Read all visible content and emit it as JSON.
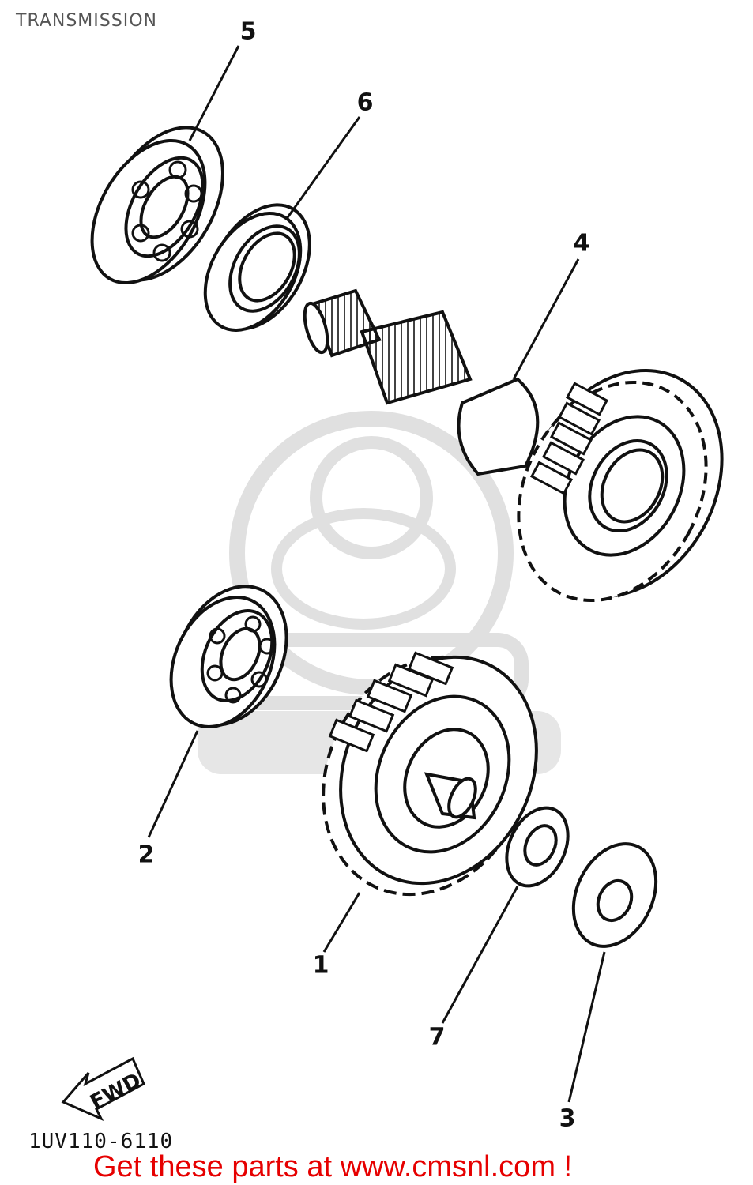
{
  "title": "TRANSMISSION",
  "callouts": [
    {
      "id": "1",
      "label": "1"
    },
    {
      "id": "2",
      "label": "2"
    },
    {
      "id": "3",
      "label": "3"
    },
    {
      "id": "4",
      "label": "4"
    },
    {
      "id": "5",
      "label": "5"
    },
    {
      "id": "6",
      "label": "6"
    },
    {
      "id": "7",
      "label": "7"
    }
  ],
  "direction_label": "FWD",
  "diagram_code": "1UV110-6110",
  "banner_text": "Get these parts at www.cmsnl.com !",
  "colors": {
    "line": "#111111",
    "banner": "#e60000",
    "watermark": "#e6e6e6",
    "title": "#555555"
  },
  "watermark_logo": "cmsnl-mascot-logo"
}
